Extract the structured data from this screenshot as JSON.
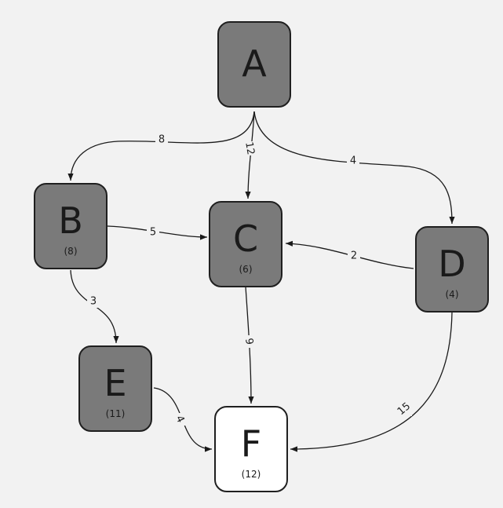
{
  "nodes": {
    "A": {
      "label": "A",
      "distance": ""
    },
    "B": {
      "label": "B",
      "distance": "(8)"
    },
    "C": {
      "label": "C",
      "distance": "(6)"
    },
    "D": {
      "label": "D",
      "distance": "(4)"
    },
    "E": {
      "label": "E",
      "distance": "(11)"
    },
    "F": {
      "label": "F",
      "distance": "(12)"
    }
  },
  "edges": [
    {
      "from": "A",
      "to": "B",
      "weight": "8"
    },
    {
      "from": "A",
      "to": "C",
      "weight": "12"
    },
    {
      "from": "A",
      "to": "D",
      "weight": "4"
    },
    {
      "from": "B",
      "to": "C",
      "weight": "5"
    },
    {
      "from": "B",
      "to": "E",
      "weight": "3"
    },
    {
      "from": "D",
      "to": "C",
      "weight": "2"
    },
    {
      "from": "C",
      "to": "F",
      "weight": "9"
    },
    {
      "from": "E",
      "to": "F",
      "weight": "4"
    },
    {
      "from": "D",
      "to": "F",
      "weight": "15"
    }
  ],
  "colors": {
    "background": "#f2f2f2",
    "visited_node": "#7a7a7a",
    "target_node": "#ffffff",
    "edge": "#1a1a1a"
  }
}
